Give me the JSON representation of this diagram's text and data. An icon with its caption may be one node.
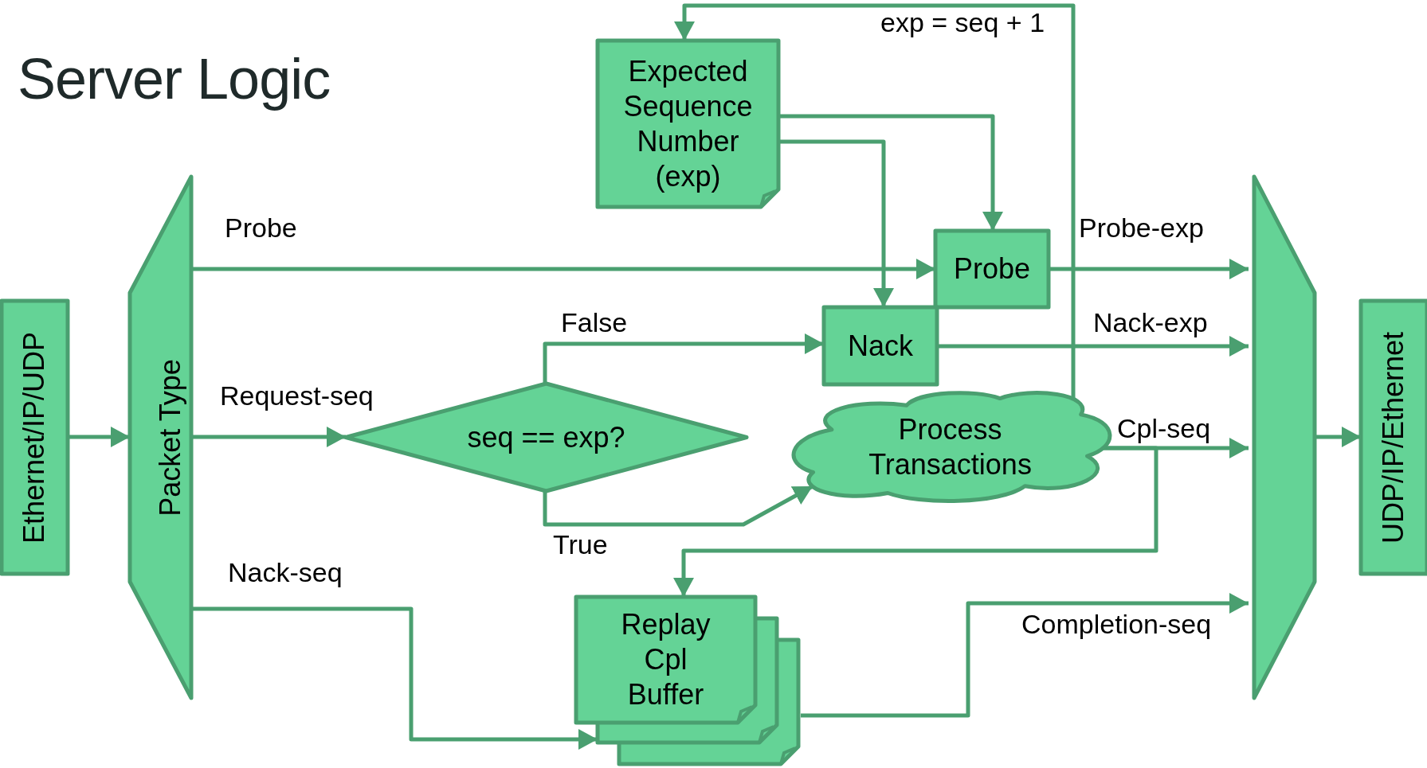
{
  "diagram": {
    "title": "Server Logic",
    "nodes": [
      {
        "text": [
          "Ethernet/IP/UDP"
        ]
      },
      {
        "text": [
          "Packet Type"
        ]
      },
      {
        "text": [
          "Expected Sequence Number (exp)"
        ]
      },
      {
        "text": [
          "Probe"
        ]
      },
      {
        "text": [
          "Nack"
        ]
      },
      {
        "text": [
          "seq == exp?"
        ]
      },
      {
        "text": [
          "Process Transactions"
        ]
      },
      {
        "text": [
          "Replay Cpl Buffer"
        ]
      },
      {
        "text": [],
        "shape": "trapezoid"
      },
      {
        "text": [
          "UDP/IP/Ethernet"
        ]
      }
    ],
    "edges": [
      {
        "from": 0,
        "to": 1,
        "arrow": "to"
      },
      {
        "from": 1,
        "to": 3,
        "arrow": "to",
        "label": "Probe"
      },
      {
        "from": 1,
        "to": 5,
        "arrow": "to",
        "label": "Request-seq"
      },
      {
        "from": 1,
        "to": 7,
        "arrow": "to",
        "label": "Nack-seq"
      },
      {
        "from": 5,
        "to": 4,
        "arrow": "to",
        "label": "False"
      },
      {
        "from": 5,
        "to": 6,
        "arrow": "to",
        "label": "True"
      },
      {
        "from": 2,
        "to": 3,
        "arrow": "to"
      },
      {
        "from": 2,
        "to": 4,
        "arrow": "to"
      },
      {
        "from": 6,
        "to": 2,
        "arrow": "to",
        "label": "exp = seq + 1"
      },
      {
        "from": 3,
        "to": 8,
        "arrow": "to",
        "label": "Probe-exp"
      },
      {
        "from": 4,
        "to": 8,
        "arrow": "to",
        "label": "Nack-exp"
      },
      {
        "from": 6,
        "to": 8,
        "arrow": "to",
        "label": "Cpl-seq"
      },
      {
        "from": 6,
        "to": 7,
        "arrow": "to"
      },
      {
        "from": 7,
        "to": 8,
        "arrow": "to",
        "label": "Completion-seq"
      },
      {
        "from": 8,
        "to": 9,
        "arrow": "to"
      }
    ]
  }
}
